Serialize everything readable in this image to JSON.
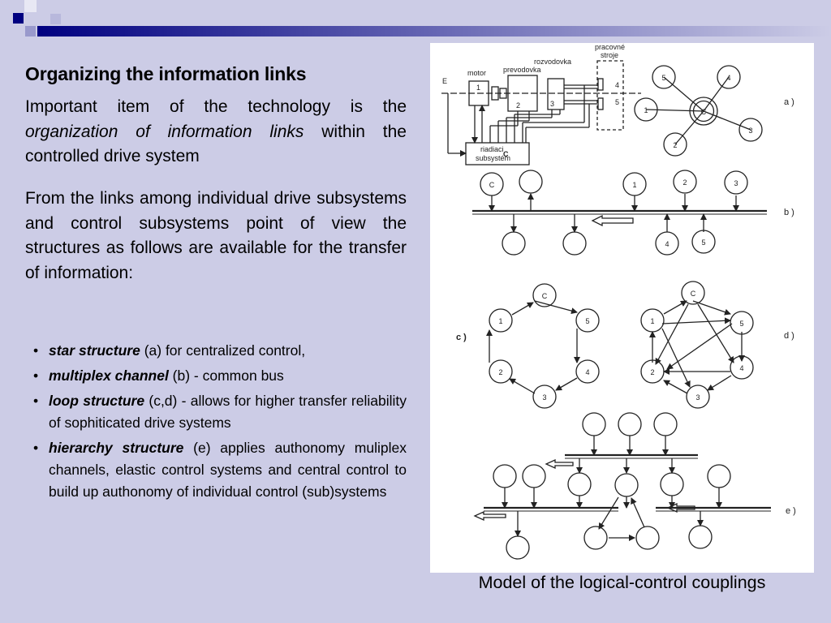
{
  "slide": {
    "title": "Organizing the information links",
    "para1": {
      "before": "Important item of the technology is the ",
      "emphasis": "organization of information links",
      "after": " within the controlled drive system"
    },
    "para2": "From the links among individual drive subsystems and control subsystems point of view  the structures as follows are available for the transfer of information:",
    "bullets": [
      {
        "term": "star  structure",
        "text": " (a) for centralized control,"
      },
      {
        "term": "multiplex channel",
        "text": " (b) - common bus"
      },
      {
        "term": "loop  structure",
        "text": " (c,d) - allows for higher transfer reliability of sophiticated drive systems"
      },
      {
        "term": "hierarchy structure",
        "text": " (e) applies authonomy muliplex channels, elastic control systems and central control to build up authonomy of individual control (sub)systems"
      }
    ],
    "bullet_symbol": "•"
  },
  "figure": {
    "caption": "Model of the logical-control couplings",
    "labels": {
      "pracovne": "pracovné",
      "stroje": "stroje",
      "rozvodovka": "rozvodovka",
      "prevodovka": "prevodovka",
      "motor": "motor",
      "e": "E",
      "block1": "1",
      "block2": "2",
      "block3": "3",
      "n4": "4",
      "n5": "5",
      "riadiaci": "riadiaci",
      "subsystem": "subsystém",
      "c_label": "C"
    },
    "star": {
      "center": "C",
      "nodes": [
        "5",
        "4",
        "1",
        "3",
        "2"
      ]
    },
    "bus_b": {
      "top_nodes": [
        "C",
        "",
        "1",
        "2",
        "3"
      ],
      "bottom_nodes": [
        "",
        "",
        "4",
        "5"
      ]
    },
    "ring_c": [
      "C",
      "5",
      "4",
      "3",
      "2",
      "1"
    ],
    "ring_d": [
      "C",
      "5",
      "4",
      "3",
      "2",
      "1"
    ],
    "part_labels": [
      "a )",
      "b )",
      "c )",
      "d )",
      "e )"
    ]
  },
  "colors": {
    "background": "#cccce6",
    "deco_dark": "#000080",
    "deco_mid": "#6666b3",
    "deco_light": "#9999cc"
  }
}
